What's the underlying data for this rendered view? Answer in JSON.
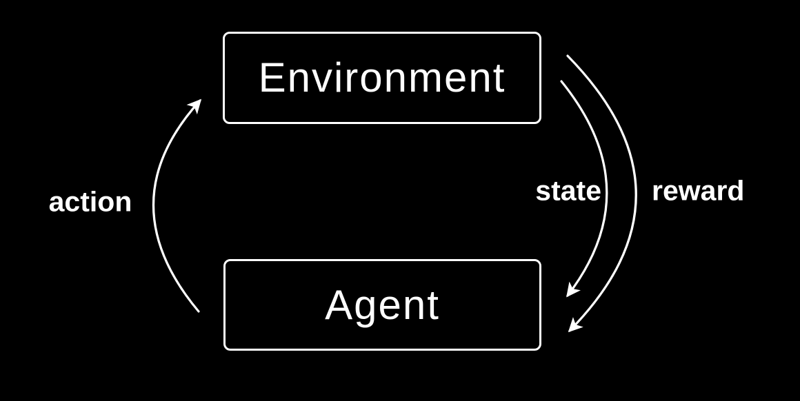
{
  "diagram": {
    "background_color": "#000000",
    "line_color": "#ffffff",
    "nodes": [
      {
        "id": "environment",
        "label": "Environment"
      },
      {
        "id": "agent",
        "label": "Agent"
      }
    ],
    "edges": [
      {
        "id": "action",
        "label": "action",
        "from": "agent",
        "to": "environment",
        "side": "left"
      },
      {
        "id": "state",
        "label": "state",
        "from": "environment",
        "to": "agent",
        "side": "right-inner"
      },
      {
        "id": "reward",
        "label": "reward",
        "from": "environment",
        "to": "agent",
        "side": "right-outer"
      }
    ]
  }
}
